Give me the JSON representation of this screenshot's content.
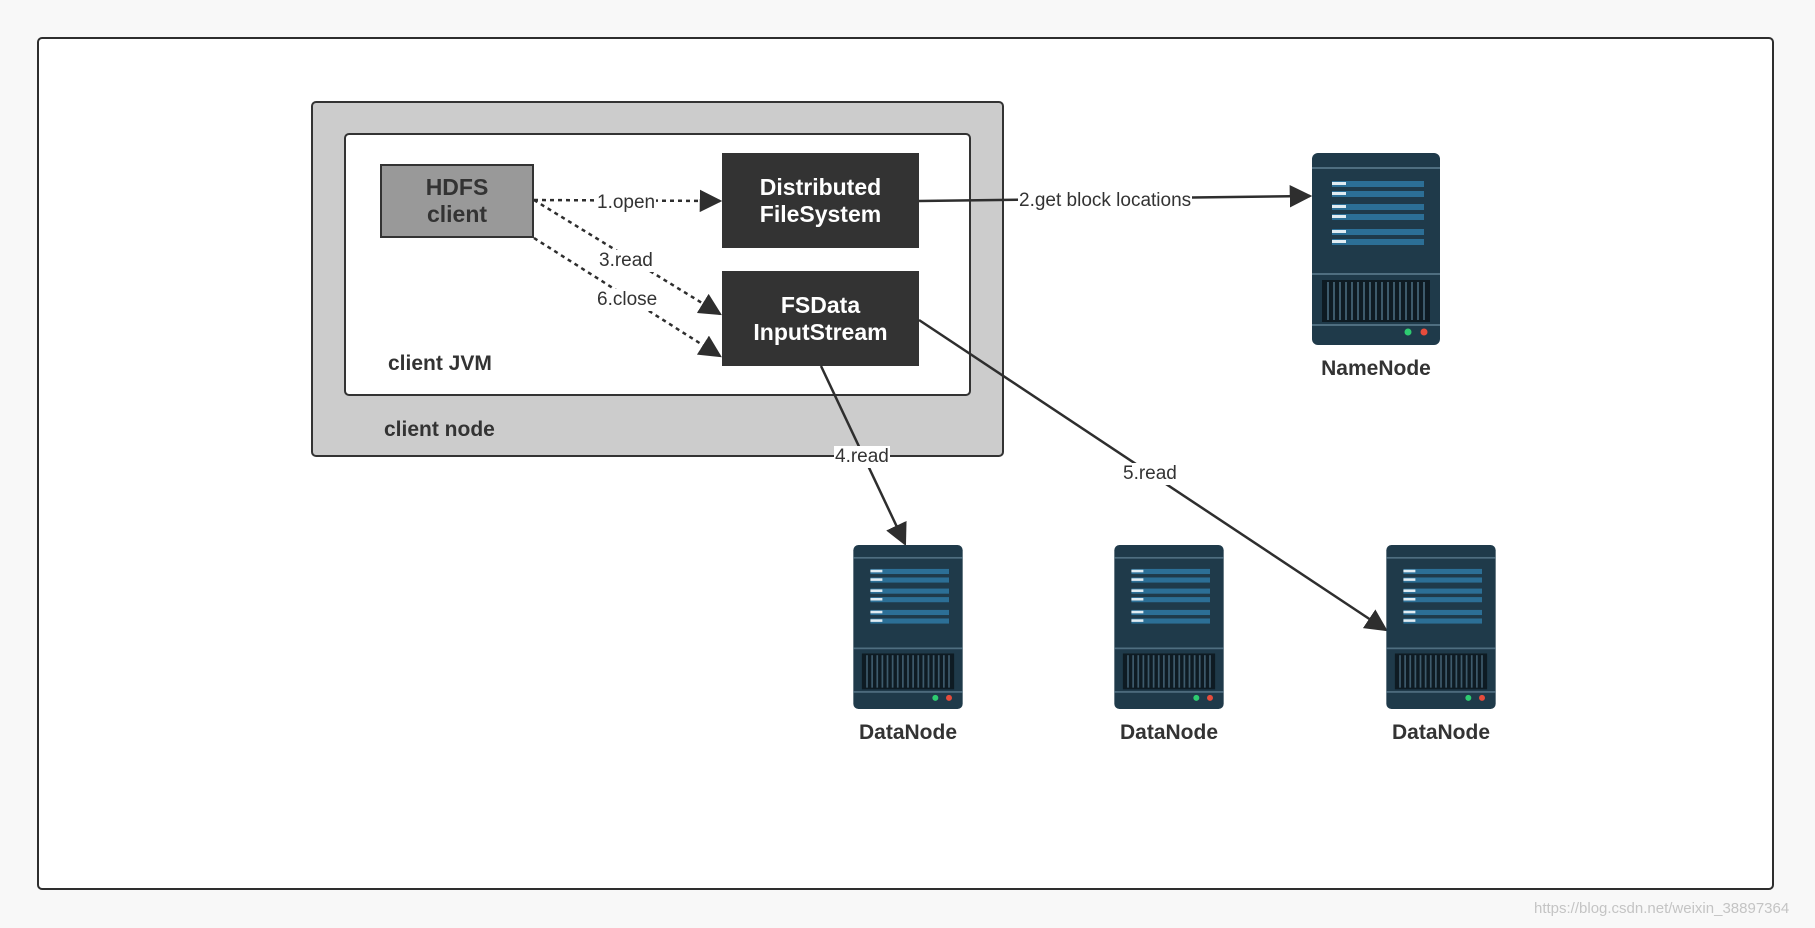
{
  "diagram": {
    "client_node_label": "client node",
    "client_jvm_label": "client JVM",
    "hdfs_client": {
      "line1": "HDFS",
      "line2": "client"
    },
    "distributed_fs": {
      "line1": "Distributed",
      "line2": "FileSystem"
    },
    "fsdata_stream": {
      "line1": "FSData",
      "line2": "InputStream"
    },
    "edges": {
      "open": "1.open",
      "get_block_locations": "2.get block locations",
      "read3": "3.read",
      "read4": "4.read",
      "read5": "5.read",
      "close": "6.close"
    },
    "namenode_label": "NameNode",
    "datanodes": [
      "DataNode",
      "DataNode",
      "DataNode"
    ],
    "watermark": "https://blog.csdn.net/weixin_38897364"
  },
  "colors": {
    "server_body": "#1f3a4a",
    "server_panel": "#2c6f96",
    "box_dark": "#333333",
    "box_gray": "#999999",
    "node_fill": "#cccccc"
  }
}
